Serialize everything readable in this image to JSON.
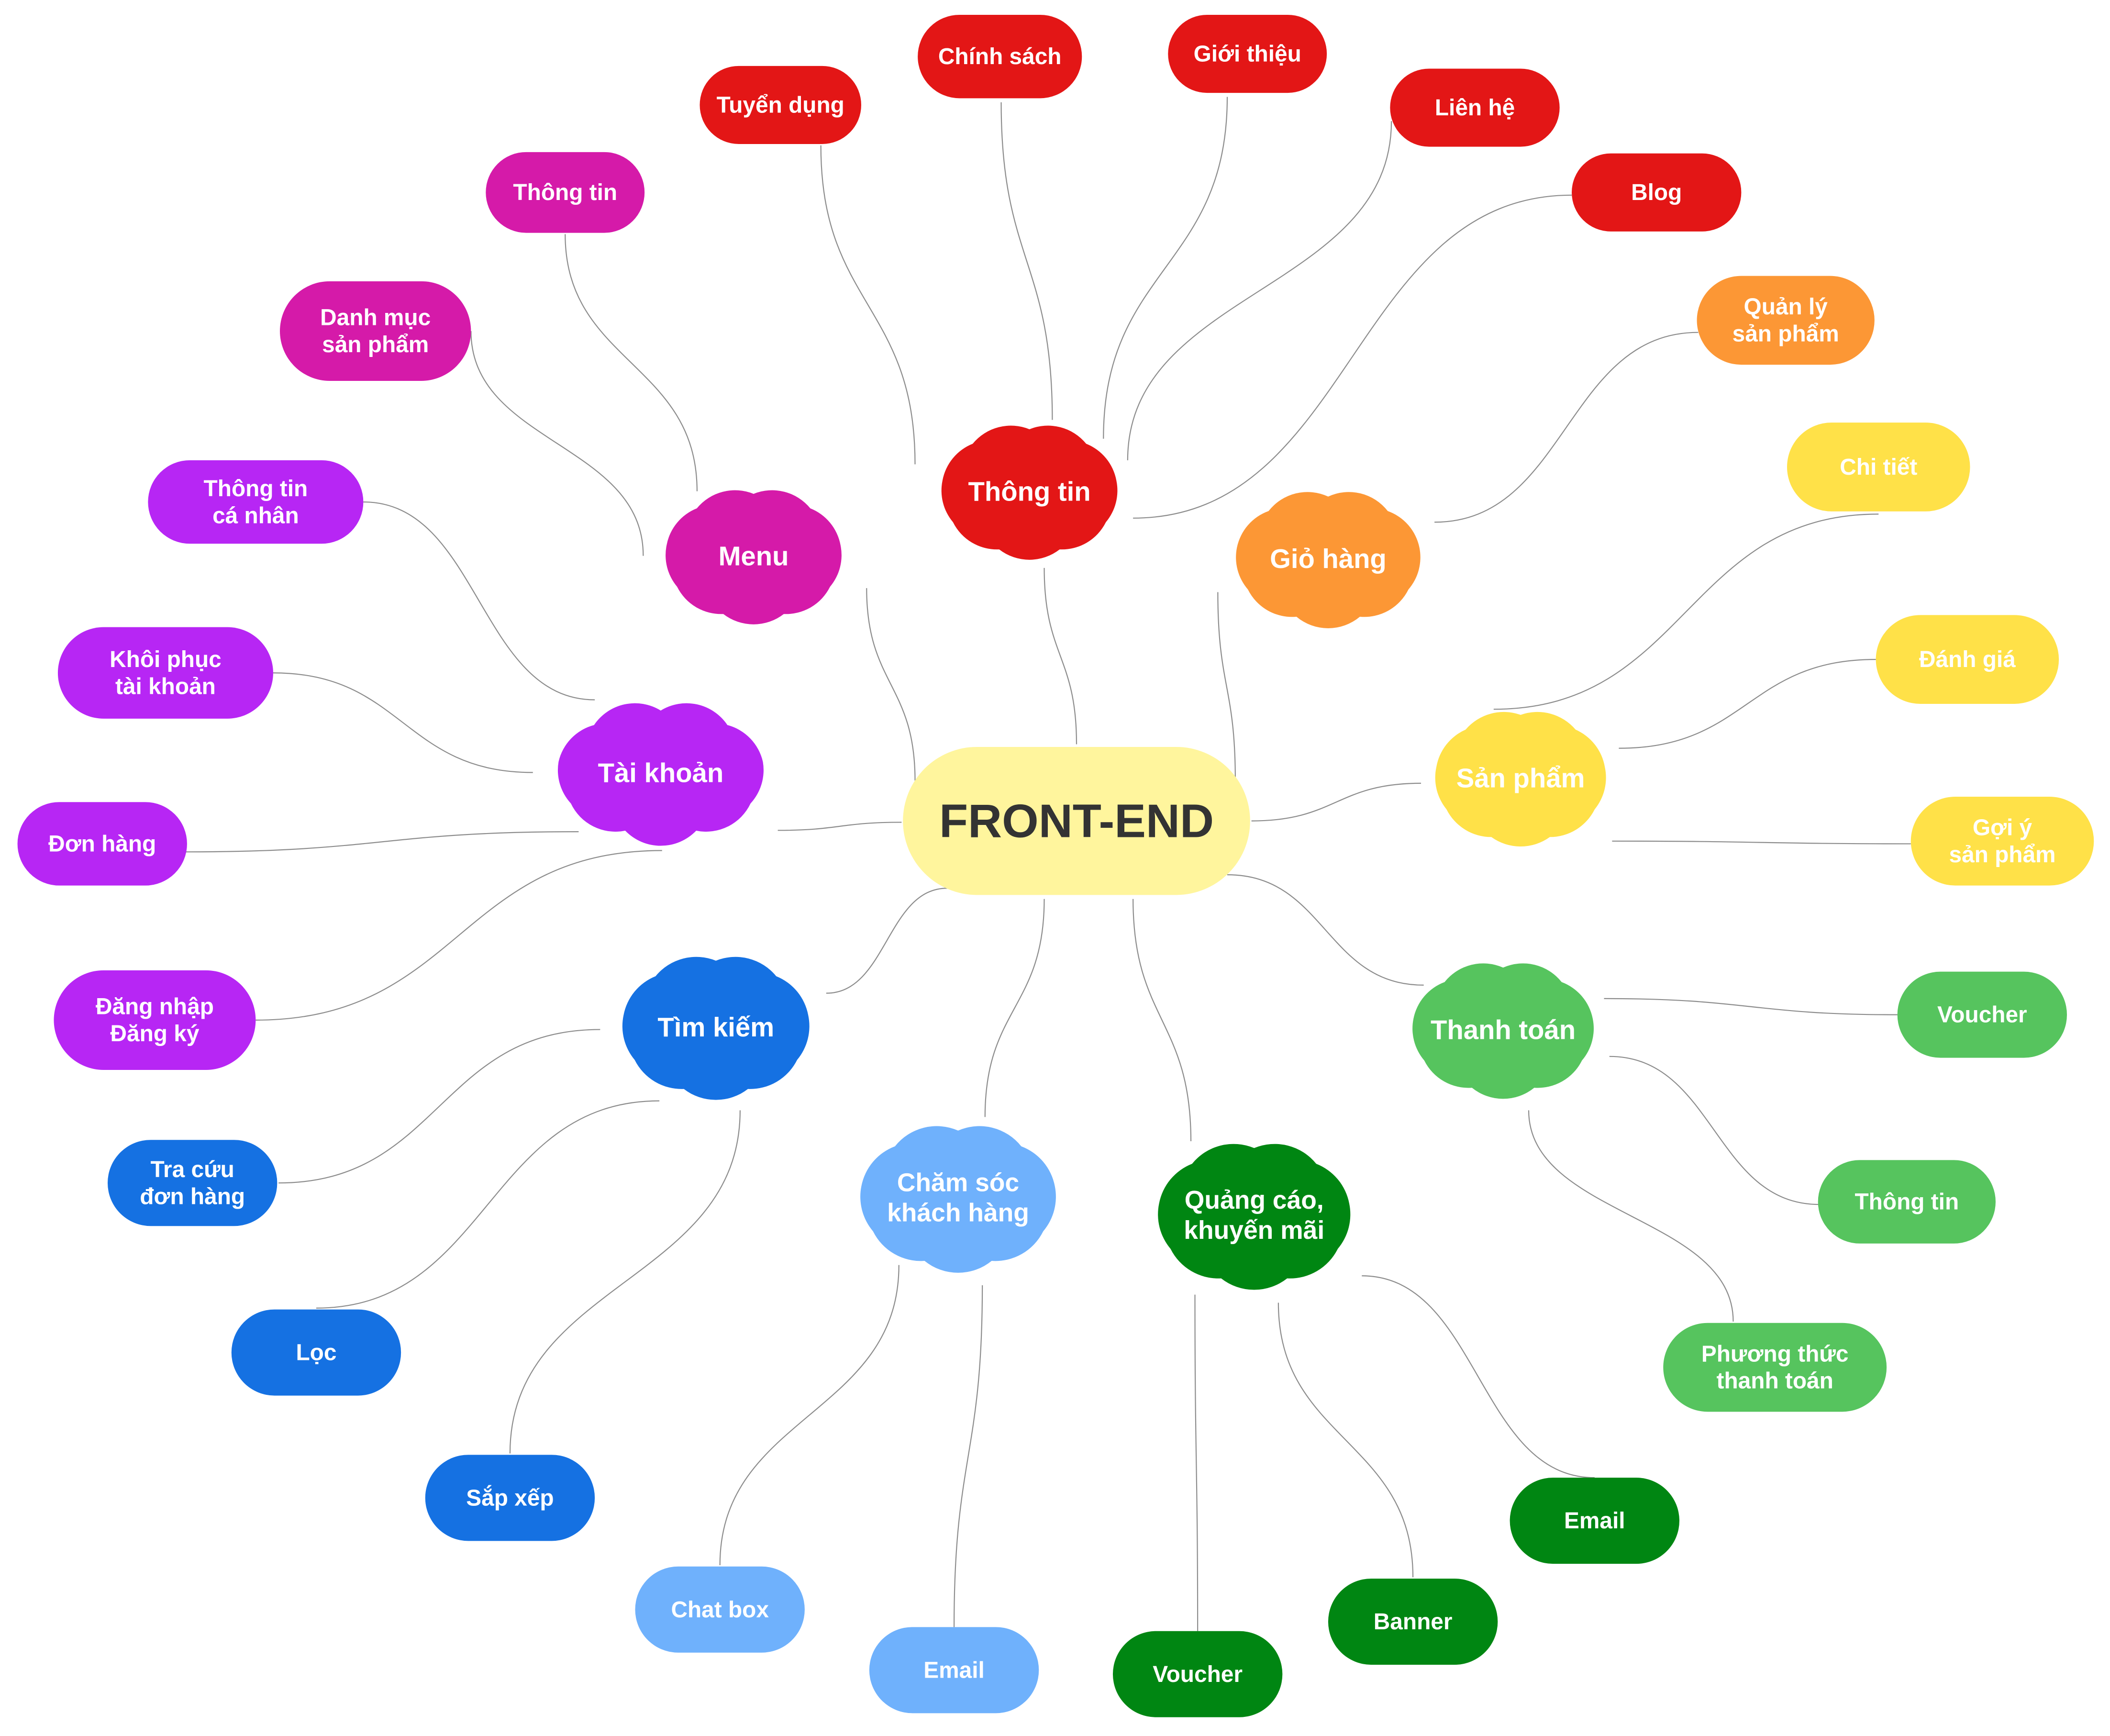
{
  "root": {
    "label": "FRONT-END",
    "fill": "#FFF59D",
    "text_color": "#333333"
  },
  "branches": [
    {
      "key": "thong-tin",
      "label": "Thông tin",
      "color": "#E31616",
      "children": [
        "Tuyển dụng",
        "Chính sách",
        "Giới thiệu",
        "Liên hệ",
        "Blog"
      ]
    },
    {
      "key": "gio-hang",
      "label": "Giỏ hàng",
      "color": "#FC9735",
      "children": [
        "Quản lý\nsản phẩm"
      ]
    },
    {
      "key": "san-pham",
      "label": "Sản phẩm",
      "color": "#FFE148",
      "children": [
        "Chi tiết",
        "Đánh giá",
        "Gợi ý\nsản phẩm"
      ]
    },
    {
      "key": "thanh-toan",
      "label": "Thanh toán",
      "color": "#56C45E",
      "children": [
        "Voucher",
        "Thông tin",
        "Phương thức\nthanh toán"
      ]
    },
    {
      "key": "quang-cao",
      "label": "Quảng cáo,\nkhuyến mãi",
      "color": "#008612",
      "children": [
        "Email",
        "Banner",
        "Voucher"
      ]
    },
    {
      "key": "cham-soc",
      "label": "Chăm sóc\nkhách hàng",
      "color": "#6FB1FC",
      "children": [
        "Chat box",
        "Email"
      ]
    },
    {
      "key": "tim-kiem",
      "label": "Tìm kiếm",
      "color": "#1571E2",
      "children": [
        "Tra cứu\nđơn hàng",
        "Lọc",
        "Sắp xếp"
      ]
    },
    {
      "key": "tai-khoan",
      "label": "Tài khoản",
      "color": "#B726F4",
      "children": [
        "Thông tin\ncá nhân",
        "Khôi phục\ntài khoản",
        "Đơn hàng",
        "Đăng nhập\nĐăng ký"
      ]
    },
    {
      "key": "menu",
      "label": "Menu",
      "color": "#D51AA9",
      "children": [
        "Thông tin",
        "Danh mục\nsản phẩm"
      ]
    }
  ],
  "connector_color": "#8C8C8C",
  "icons": {
    "branch_shape": "cloud-icon",
    "leaf_shape": "capsule"
  }
}
